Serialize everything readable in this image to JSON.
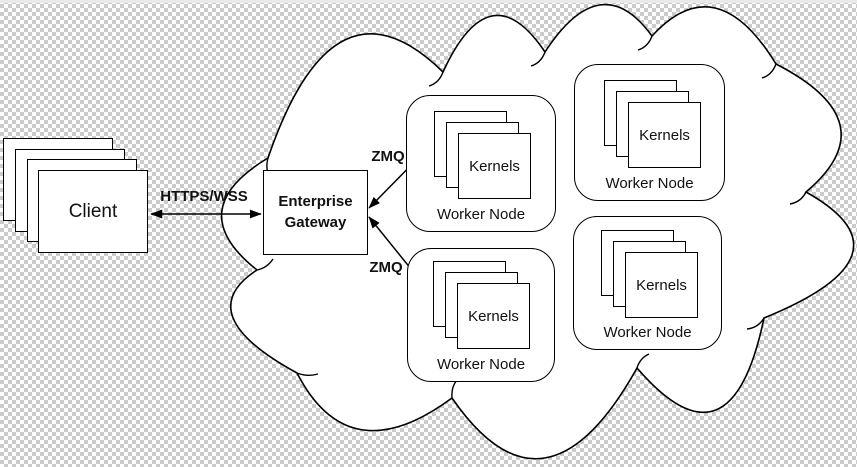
{
  "diagram": {
    "title_hint": "Jupyter Enterprise Gateway cloud architecture diagram",
    "client": {
      "label": "Client"
    },
    "gateway": {
      "line1": "Enterprise",
      "line2": "Gateway"
    },
    "links": {
      "https": "HTTPS/WSS",
      "zmq_top": "ZMQ",
      "zmq_bottom": "ZMQ"
    },
    "worker_nodes": [
      {
        "label": "Worker Node",
        "kernels": "Kernels"
      },
      {
        "label": "Worker Node",
        "kernels": "Kernels"
      },
      {
        "label": "Worker Node",
        "kernels": "Kernels"
      },
      {
        "label": "Worker Node",
        "kernels": "Kernels"
      }
    ],
    "colors": {
      "line": "#000000",
      "shape_fill": "#ffffff",
      "checker_dark": "#cbcbcb",
      "checker_light": "#ffffff",
      "top_strip": "#e9e9e9"
    }
  }
}
